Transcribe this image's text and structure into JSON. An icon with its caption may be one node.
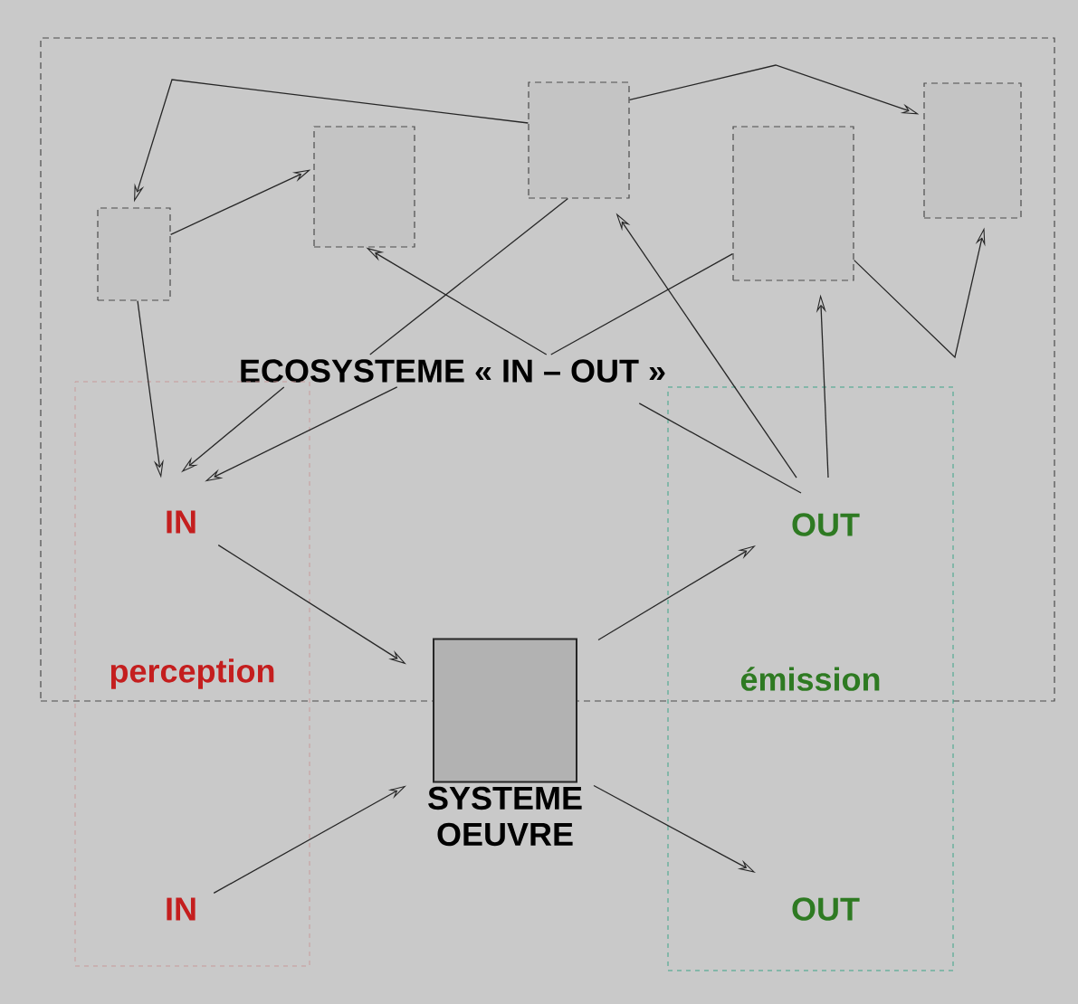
{
  "diagram": {
    "nodes": [
      {
        "text": [],
        "shape": "box"
      },
      {
        "text": [],
        "shape": "box",
        "in": 0
      },
      {
        "text": [],
        "shape": "box",
        "in": 0
      },
      {
        "text": [],
        "shape": "box",
        "in": 0
      },
      {
        "text": [],
        "shape": "box",
        "in": 0
      },
      {
        "text": [],
        "shape": "box",
        "in": 0
      },
      {
        "text": [
          "ECOSYSTEME  « IN – OUT »"
        ],
        "in": 0
      },
      {
        "text": [
          "perception"
        ]
      },
      {
        "text": [
          "émission"
        ]
      },
      {
        "text": [
          "IN"
        ]
      },
      {
        "text": [
          "OUT"
        ]
      },
      {
        "text": [
          "SYSTEME OEUVRE"
        ]
      },
      {
        "text": [
          "IN"
        ],
        "in": 7
      },
      {
        "text": [
          "OUT"
        ],
        "in": 8
      }
    ],
    "edges": [
      {
        "from": 3,
        "to": 1,
        "arrow": "to"
      },
      {
        "from": 1,
        "to": 2,
        "arrow": "to"
      },
      {
        "from": 3,
        "to": 5,
        "arrow": "to"
      },
      {
        "from": 1,
        "to": 9,
        "arrow": "to"
      },
      {
        "from": 6,
        "to": 3,
        "arrow": "none"
      },
      {
        "from": 6,
        "to": 4,
        "arrow": "none"
      },
      {
        "from": 6,
        "to": 2,
        "arrow": "to"
      },
      {
        "from": 6,
        "to": 9,
        "arrow": "to"
      },
      {
        "from": 6,
        "to": 9,
        "arrow": "to"
      },
      {
        "from": 10,
        "to": 3,
        "arrow": "to"
      },
      {
        "from": 10,
        "to": 4,
        "arrow": "to"
      },
      {
        "from": 6,
        "to": 10,
        "arrow": "none"
      },
      {
        "from": 4,
        "to": 5,
        "arrow": "to"
      },
      {
        "from": 9,
        "to": 11,
        "arrow": "to"
      },
      {
        "from": 11,
        "to": 10,
        "arrow": "to"
      },
      {
        "from": 12,
        "to": 11,
        "arrow": "to"
      },
      {
        "from": 11,
        "to": 13,
        "arrow": "to"
      }
    ]
  }
}
